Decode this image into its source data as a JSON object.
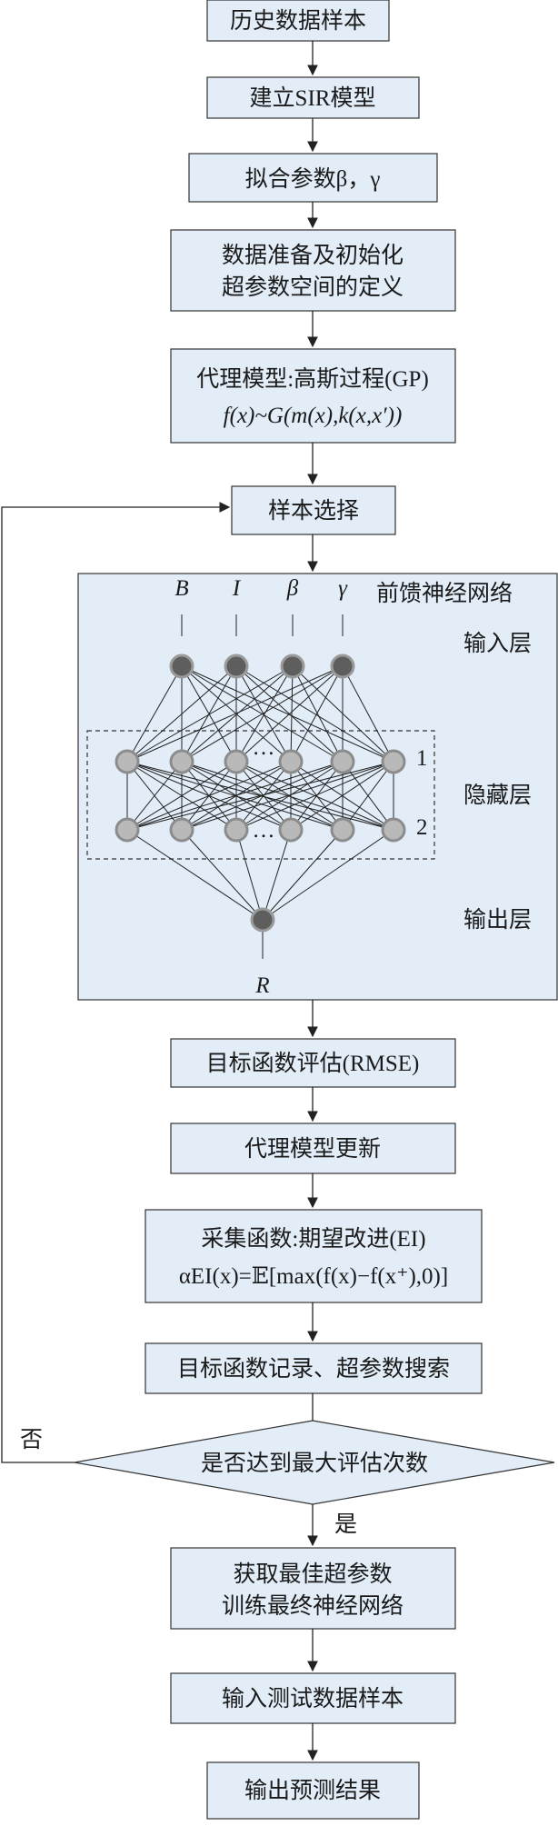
{
  "boxes": {
    "history_samples": "历史数据样本",
    "build_sir": "建立SIR模型",
    "fit_params": "拟合参数β，γ",
    "data_prep_1": "数据准备及初始化",
    "data_prep_2": "超参数空间的定义",
    "surrogate_1": "代理模型:高斯过程(GP)",
    "surrogate_2": "f(x)~G(m(x),k(x,x′))",
    "sample_select": "样本选择",
    "objective_eval": "目标函数评估(RMSE)",
    "surrogate_update": "代理模型更新",
    "acq_1": "采集函数:期望改进(EI)",
    "acq_2": "αEI(x)=𝔼[max(f(x)−f(x⁺),0)]",
    "record_search": "目标函数记录、超参数搜索",
    "decision": "是否达到最大评估次数",
    "best_1": "获取最佳超参数",
    "best_2": "训练最终神经网络",
    "test_input": "输入测试数据样本",
    "output_result": "输出预测结果"
  },
  "labels": {
    "no": "否",
    "yes": "是"
  },
  "network": {
    "title": "前馈神经网络",
    "input_layer": "输入层",
    "hidden_layer": "隐藏层",
    "output_layer": "输出层",
    "inputs": [
      "B",
      "I",
      "β",
      "γ"
    ],
    "output": "R",
    "hidden_1": "1",
    "hidden_2": "2",
    "ellipsis": "…"
  }
}
